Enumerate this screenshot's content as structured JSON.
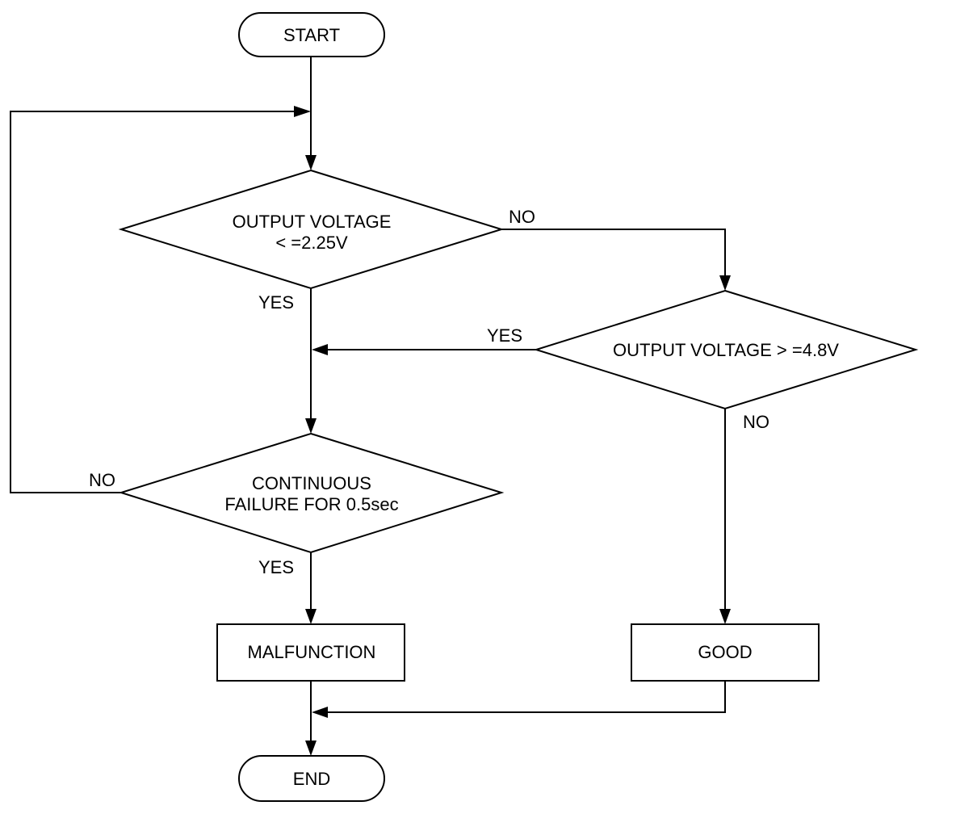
{
  "nodes": {
    "start": "START",
    "decision_low": {
      "line1": "OUTPUT VOLTAGE",
      "line2": "< =2.25V"
    },
    "decision_high": "OUTPUT VOLTAGE > =4.8V",
    "decision_continuous": {
      "line1": "CONTINUOUS",
      "line2": "FAILURE FOR 0.5sec"
    },
    "malfunction": "MALFUNCTION",
    "good": "GOOD",
    "end": "END"
  },
  "edge_labels": {
    "low_no": "NO",
    "low_yes": "YES",
    "high_yes": "YES",
    "high_no": "NO",
    "continuous_no": "NO",
    "continuous_yes": "YES"
  }
}
